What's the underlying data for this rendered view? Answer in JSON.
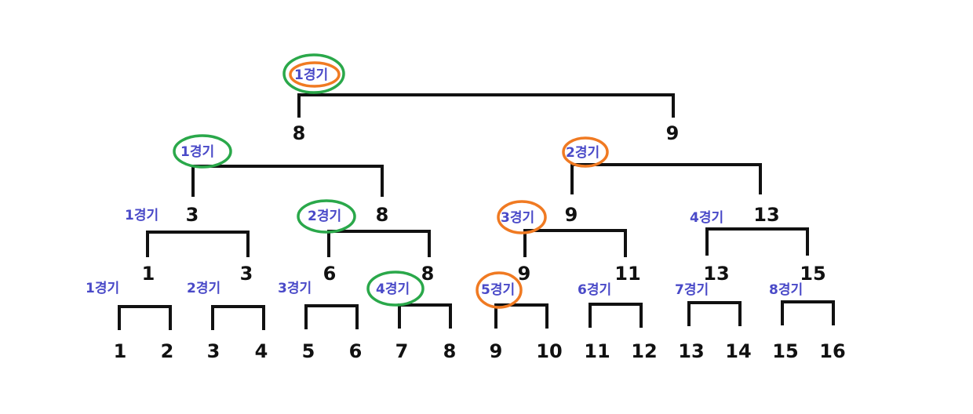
{
  "colors": {
    "line": "#111111",
    "label": "#4a4ac8",
    "green": "#2aa84a",
    "orange": "#f07a22"
  },
  "level4": {
    "players": [
      "1",
      "2",
      "3",
      "4",
      "5",
      "6",
      "7",
      "8",
      "9",
      "10",
      "11",
      "12",
      "13",
      "14",
      "15",
      "16"
    ],
    "games": [
      "1경기",
      "2경기",
      "3경기",
      "4경기",
      "5경기",
      "6경기",
      "7경기",
      "8경기"
    ]
  },
  "level3": {
    "winners": [
      "1",
      "3",
      "6",
      "8",
      "9",
      "11",
      "13",
      "15"
    ],
    "games": [
      "1경기",
      "2경기",
      "3경기",
      "4경기"
    ]
  },
  "level2": {
    "winners": [
      "3",
      "8",
      "9",
      "13"
    ],
    "games": [
      "1경기",
      "2경기"
    ]
  },
  "level1": {
    "winners": [
      "8",
      "9"
    ],
    "game": "1경기"
  }
}
